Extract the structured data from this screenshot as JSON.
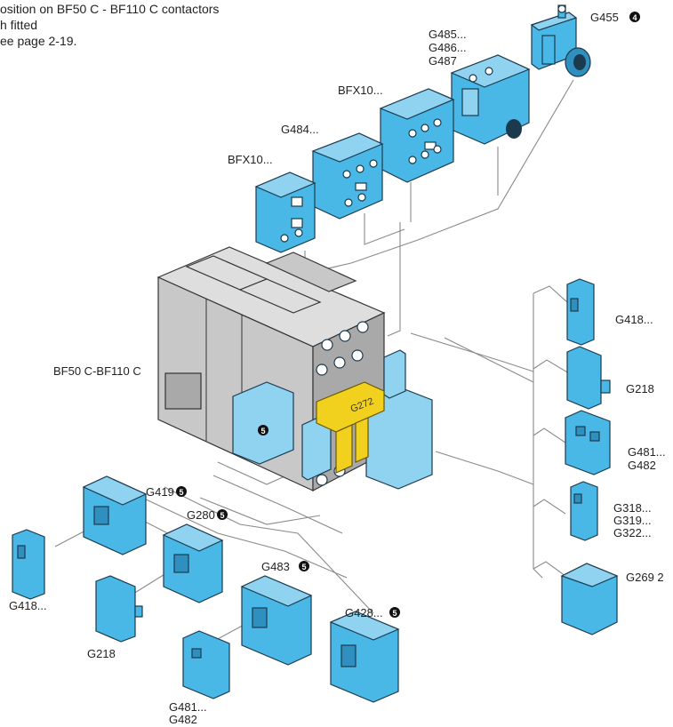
{
  "intro_note": {
    "line1": "osition on BF50 C - BF110 C contactors",
    "line2": "h fitted",
    "line3": "ee page 2-19."
  },
  "labels": {
    "g455": "G455",
    "g485_group": [
      "G485...",
      "G486...",
      "G487"
    ],
    "bfx10_top": "BFX10...",
    "g484": "G484...",
    "bfx10_left": "BFX10...",
    "contactor": "BF50 C-BF110 C",
    "g418_right": "G418...",
    "g218_right": "G218",
    "g481_group_right": [
      "G481...",
      "G482"
    ],
    "g318_group": [
      "G318...",
      "G319...",
      "G322..."
    ],
    "g269": "G269 2",
    "g419": "G419",
    "g280": "G280",
    "g483": "G483",
    "g428": "G428...",
    "g418_left": "G418...",
    "g218_left": "G218",
    "g481_group_left": [
      "G481...",
      "G482"
    ],
    "yellow_part": "G272"
  },
  "markers": {
    "note4": "4",
    "note5": "5"
  },
  "colors": {
    "accessory_blue": "#49b8e6",
    "contactor_gray": "#c8c8c8",
    "interlock_yellow": "#f2d01e",
    "wire_gray": "#8a8a8a"
  }
}
